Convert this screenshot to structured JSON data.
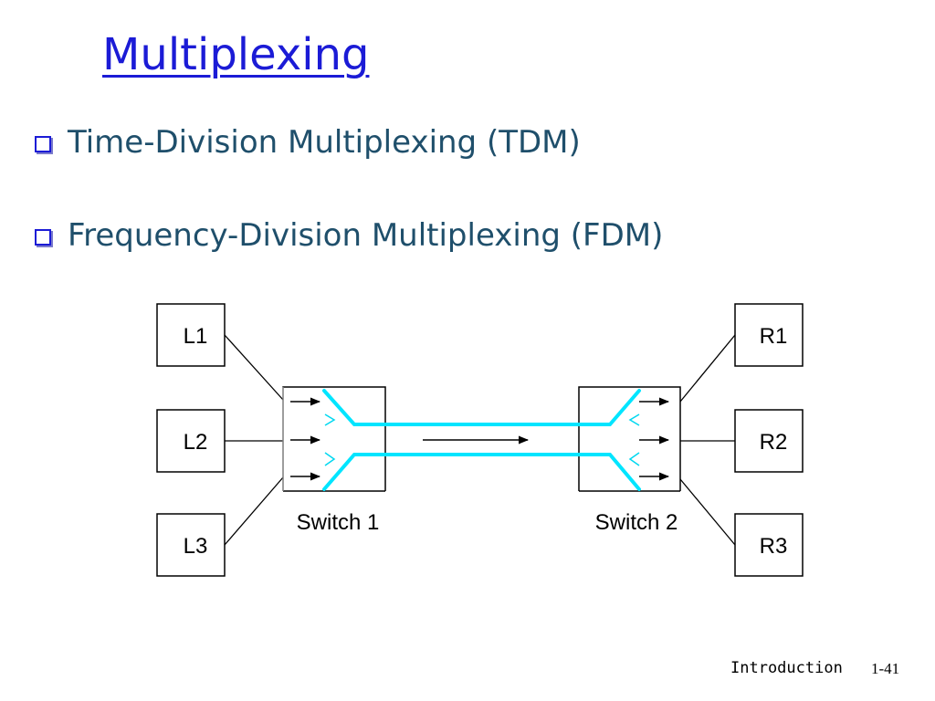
{
  "slide": {
    "title": "Multiplexing",
    "bullets": [
      "Time-Division Multiplexing (TDM)",
      "Frequency-Division Multiplexing (FDM)"
    ],
    "footer": {
      "section": "Introduction",
      "page": "1-41"
    }
  },
  "diagram": {
    "left_nodes": [
      "L1",
      "L2",
      "L3"
    ],
    "right_nodes": [
      "R1",
      "R2",
      "R3"
    ],
    "switch_labels": [
      "Switch 1",
      "Switch 2"
    ]
  },
  "colors": {
    "title": "#1b1bd6",
    "bullet_text": "#1f4f6b",
    "link": "#00e5ff"
  }
}
